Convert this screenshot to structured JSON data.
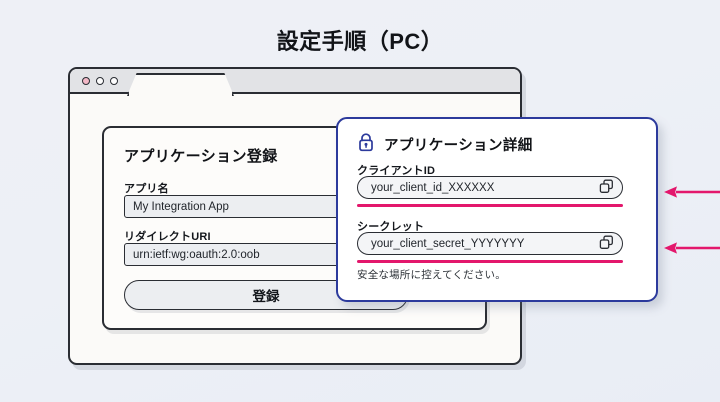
{
  "page": {
    "title": "設定手順（PC）",
    "background_color": "#edf0f6"
  },
  "browser_window": {
    "traffic_lights": [
      {
        "name": "close",
        "color": "#f2b8c6"
      },
      {
        "name": "minimize",
        "color": "#fdfdfd"
      },
      {
        "name": "maximize",
        "color": "#fdfdfd"
      }
    ],
    "tab": {
      "label": ""
    }
  },
  "registration_form": {
    "title": "アプリケーション登録",
    "fields": [
      {
        "label": "アプリ名",
        "value": "My Integration App"
      },
      {
        "label": "リダイレクトURI",
        "value": "urn:ietf:wg:oauth:2.0:oob"
      }
    ],
    "submit_label": "登録"
  },
  "detail_popup": {
    "lock_icon": "lock-icon",
    "title": "アプリケーション詳細",
    "accent_color": "#2c3a9c",
    "highlight_color": "#e3176c",
    "fields": [
      {
        "label": "クライアントID",
        "value": "your_client_id_XXXXXX",
        "copy_icon": "copy-icon",
        "highlighted": true
      },
      {
        "label": "シークレット",
        "value": "your_client_secret_YYYYYYY",
        "copy_icon": "copy-icon",
        "highlighted": true
      }
    ],
    "note": "安全な場所に控えてください。"
  },
  "callouts": [
    {
      "name": "arrow-client-id",
      "color": "#e3176c",
      "direction": "left"
    },
    {
      "name": "arrow-secret",
      "color": "#e3176c",
      "direction": "left"
    }
  ]
}
